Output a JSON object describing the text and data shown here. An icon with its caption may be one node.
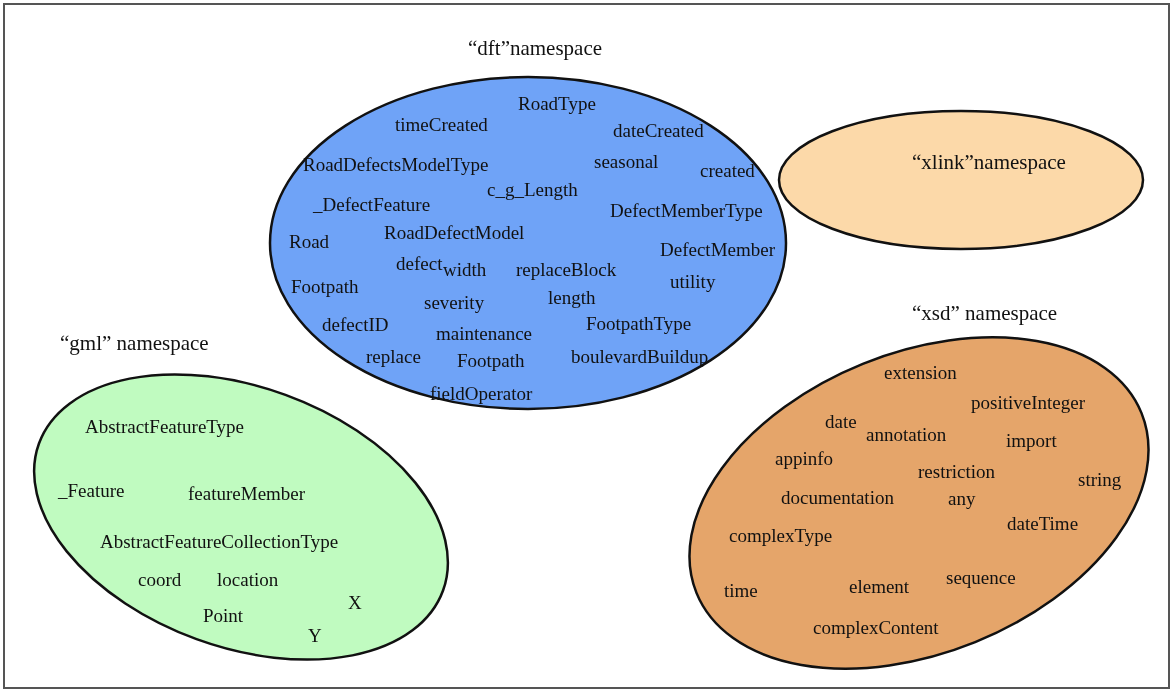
{
  "diagram": {
    "nodes": [
      {
        "text": [
          "“dft”namespace",
          "RoadType",
          "timeCreated",
          "dateCreated",
          "RoadDefectsModelType",
          "seasonal",
          "created",
          "c_g_Length",
          "_DefectFeature",
          "DefectMemberType",
          "RoadDefectModel",
          "Road",
          "DefectMember",
          "defect",
          "width",
          "replaceBlock",
          "Footpath",
          "utility",
          "length",
          "severity",
          "defectID",
          "maintenance",
          "FootpathType",
          "replace",
          "Footpath",
          "boulevardBuildup",
          "fieldOperator"
        ]
      },
      {
        "text": [
          "“xlink”namespace"
        ]
      },
      {
        "text": [
          "“gml” namespace",
          "AbstractFeatureType",
          "_Feature",
          "featureMember",
          "AbstractFeatureCollectionType",
          "coord",
          "location",
          "X",
          "Point",
          "Y"
        ]
      },
      {
        "text": [
          "“xsd” namespace",
          "extension",
          "positiveInteger",
          "date",
          "annotation",
          "import",
          "appinfo",
          "restriction",
          "string",
          "documentation",
          "any",
          "dateTime",
          "complexType",
          "sequence",
          "time",
          "element",
          "complexContent"
        ]
      }
    ]
  }
}
